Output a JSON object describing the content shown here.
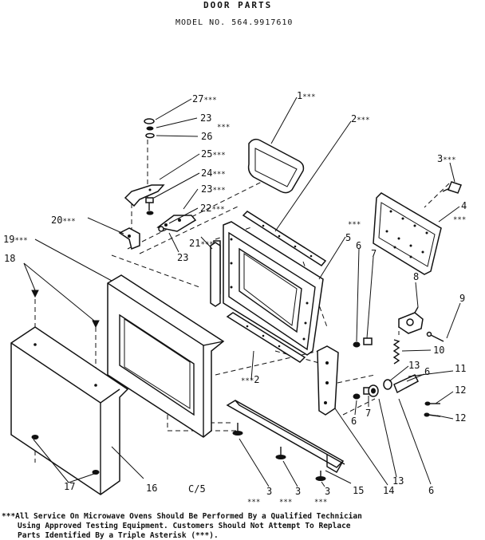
{
  "title": "DOOR PARTS",
  "model": "MODEL NO. 564.9917610",
  "sheet_mark": "C/5",
  "labels": [
    {
      "key": "p27",
      "num": "27",
      "ast": "***"
    },
    {
      "key": "p23a",
      "num": "23",
      "ast": ""
    },
    {
      "key": "p23a_ast",
      "num": "",
      "ast": "***"
    },
    {
      "key": "p26",
      "num": "26",
      "ast": ""
    },
    {
      "key": "p25",
      "num": "25",
      "ast": "***"
    },
    {
      "key": "p24",
      "num": "24",
      "ast": "***"
    },
    {
      "key": "p23b",
      "num": "23",
      "ast": "***"
    },
    {
      "key": "p22",
      "num": "22",
      "ast": "***"
    },
    {
      "key": "p23c",
      "num": "23",
      "ast": ""
    },
    {
      "key": "p21",
      "num": "21",
      "ast": "***"
    },
    {
      "key": "p20",
      "num": "20",
      "ast": "***"
    },
    {
      "key": "p19",
      "num": "19",
      "ast": "***"
    },
    {
      "key": "p18",
      "num": "18",
      "ast": ""
    },
    {
      "key": "p17",
      "num": "17",
      "ast": ""
    },
    {
      "key": "p16",
      "num": "16",
      "ast": ""
    },
    {
      "key": "p1",
      "num": "1",
      "ast": "***"
    },
    {
      "key": "p2a",
      "num": "2",
      "ast": "***"
    },
    {
      "key": "p2b",
      "num": "2",
      "ast": "***"
    },
    {
      "key": "p3a",
      "num": "3",
      "ast": "***"
    },
    {
      "key": "p4",
      "num": "4",
      "ast": "***"
    },
    {
      "key": "p5",
      "num": "5",
      "ast": "***"
    },
    {
      "key": "p6a",
      "num": "6",
      "ast": ""
    },
    {
      "key": "p7a",
      "num": "7",
      "ast": ""
    },
    {
      "key": "p8",
      "num": "8",
      "ast": ""
    },
    {
      "key": "p9",
      "num": "9",
      "ast": ""
    },
    {
      "key": "p10",
      "num": "10",
      "ast": ""
    },
    {
      "key": "p13a",
      "num": "13",
      "ast": ""
    },
    {
      "key": "p6b",
      "num": "6",
      "ast": ""
    },
    {
      "key": "p11",
      "num": "11",
      "ast": ""
    },
    {
      "key": "p12a",
      "num": "12",
      "ast": ""
    },
    {
      "key": "p12b",
      "num": "12",
      "ast": ""
    },
    {
      "key": "p7b",
      "num": "7",
      "ast": ""
    },
    {
      "key": "p6c",
      "num": "6",
      "ast": ""
    },
    {
      "key": "p13b",
      "num": "13",
      "ast": ""
    },
    {
      "key": "p6d",
      "num": "6",
      "ast": ""
    },
    {
      "key": "p14",
      "num": "14",
      "ast": ""
    },
    {
      "key": "p15",
      "num": "15",
      "ast": ""
    },
    {
      "key": "p3b",
      "num": "3",
      "ast": "***"
    },
    {
      "key": "p3c",
      "num": "3",
      "ast": "***"
    },
    {
      "key": "p3d",
      "num": "3",
      "ast": "***"
    }
  ],
  "footnote": [
    "***All Service On Microwave Ovens Should Be Performed By a Qualified Technician",
    "Using Approved Testing Equipment.  Customers Should Not Attempt To  Replace",
    "Parts Identified By a Triple Asterisk (***)."
  ]
}
